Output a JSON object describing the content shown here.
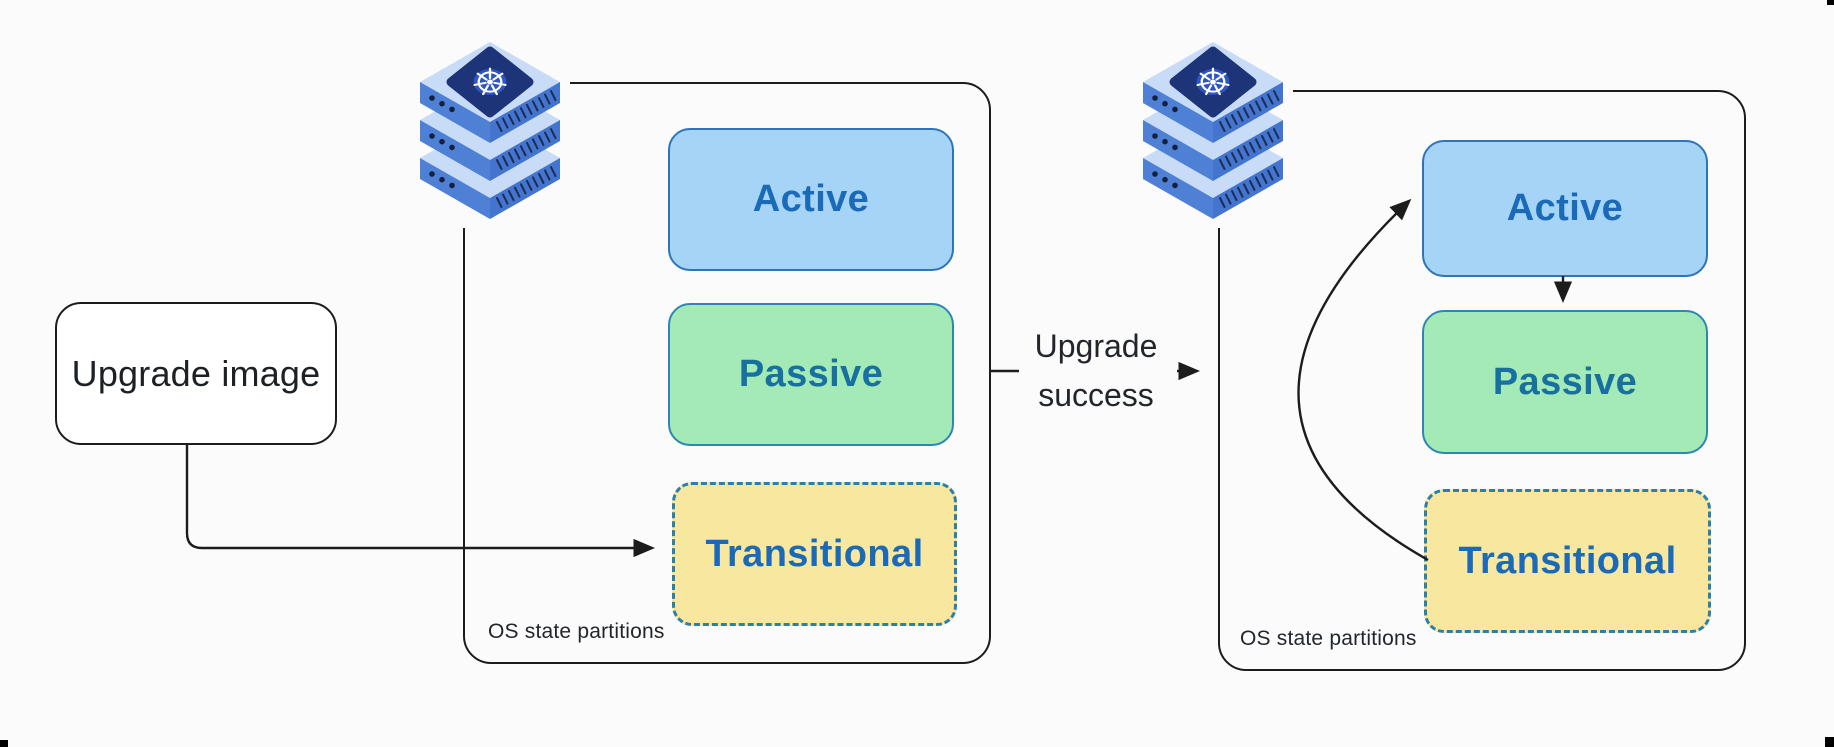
{
  "page": {
    "background": "#fbfbfc",
    "line_color": "#1c1c1c",
    "text_color": "#22262b",
    "artifact_color": "#000000"
  },
  "source_box": {
    "label": "Upgrade image"
  },
  "transition_label": {
    "line1": "Upgrade",
    "line2": "success"
  },
  "styles": {
    "active": {
      "fill": "#a6d4f6",
      "border": "#2d74b8",
      "text": "#1a6ab8"
    },
    "passive": {
      "fill": "#a4eab6",
      "border": "#2e86b4",
      "text": "#17709f"
    },
    "transitional": {
      "fill": "#f8e79f",
      "border": "#2b7fa9",
      "text": "#1a6ab8"
    }
  },
  "clusters": [
    {
      "caption": "OS state partitions",
      "partitions": [
        {
          "label": "Active"
        },
        {
          "label": "Passive"
        },
        {
          "label": "Transitional"
        }
      ]
    },
    {
      "caption": "OS state partitions",
      "partitions": [
        {
          "label": "Active"
        },
        {
          "label": "Passive"
        },
        {
          "label": "Transitional"
        }
      ]
    }
  ],
  "icons": [
    {
      "name": "kubernetes-server-stack-icon"
    },
    {
      "name": "kubernetes-server-stack-icon"
    }
  ]
}
